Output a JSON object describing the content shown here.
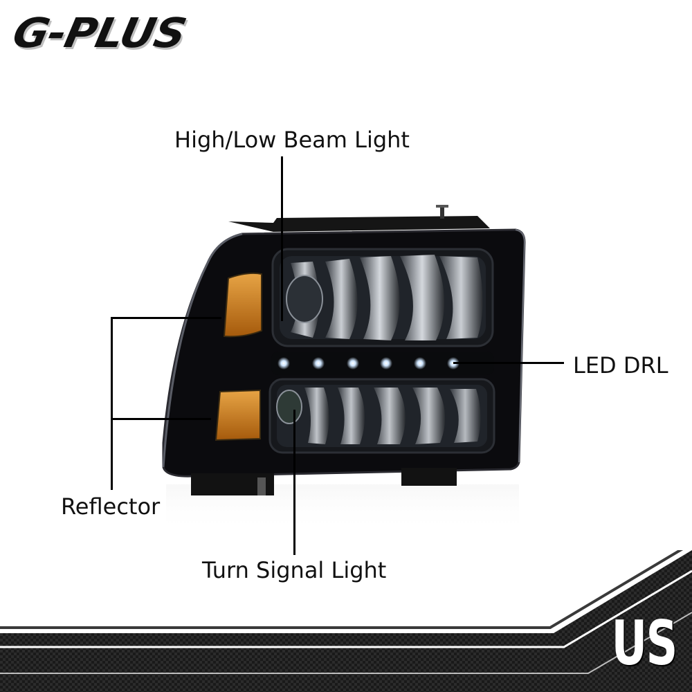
{
  "brand": {
    "logo_text": "G-PLUS"
  },
  "callouts": {
    "high_low_beam": "High/Low Beam Light",
    "led_drl": "LED DRL",
    "reflector": "Reflector",
    "turn_signal": "Turn Signal Light"
  },
  "badge": {
    "country": "US"
  },
  "colors": {
    "housing": "#0d0d10",
    "amber": "#c97a14",
    "chrome": "#c8ccd2",
    "drl": "#e9f4ff",
    "footer": "#1a1a1a"
  }
}
